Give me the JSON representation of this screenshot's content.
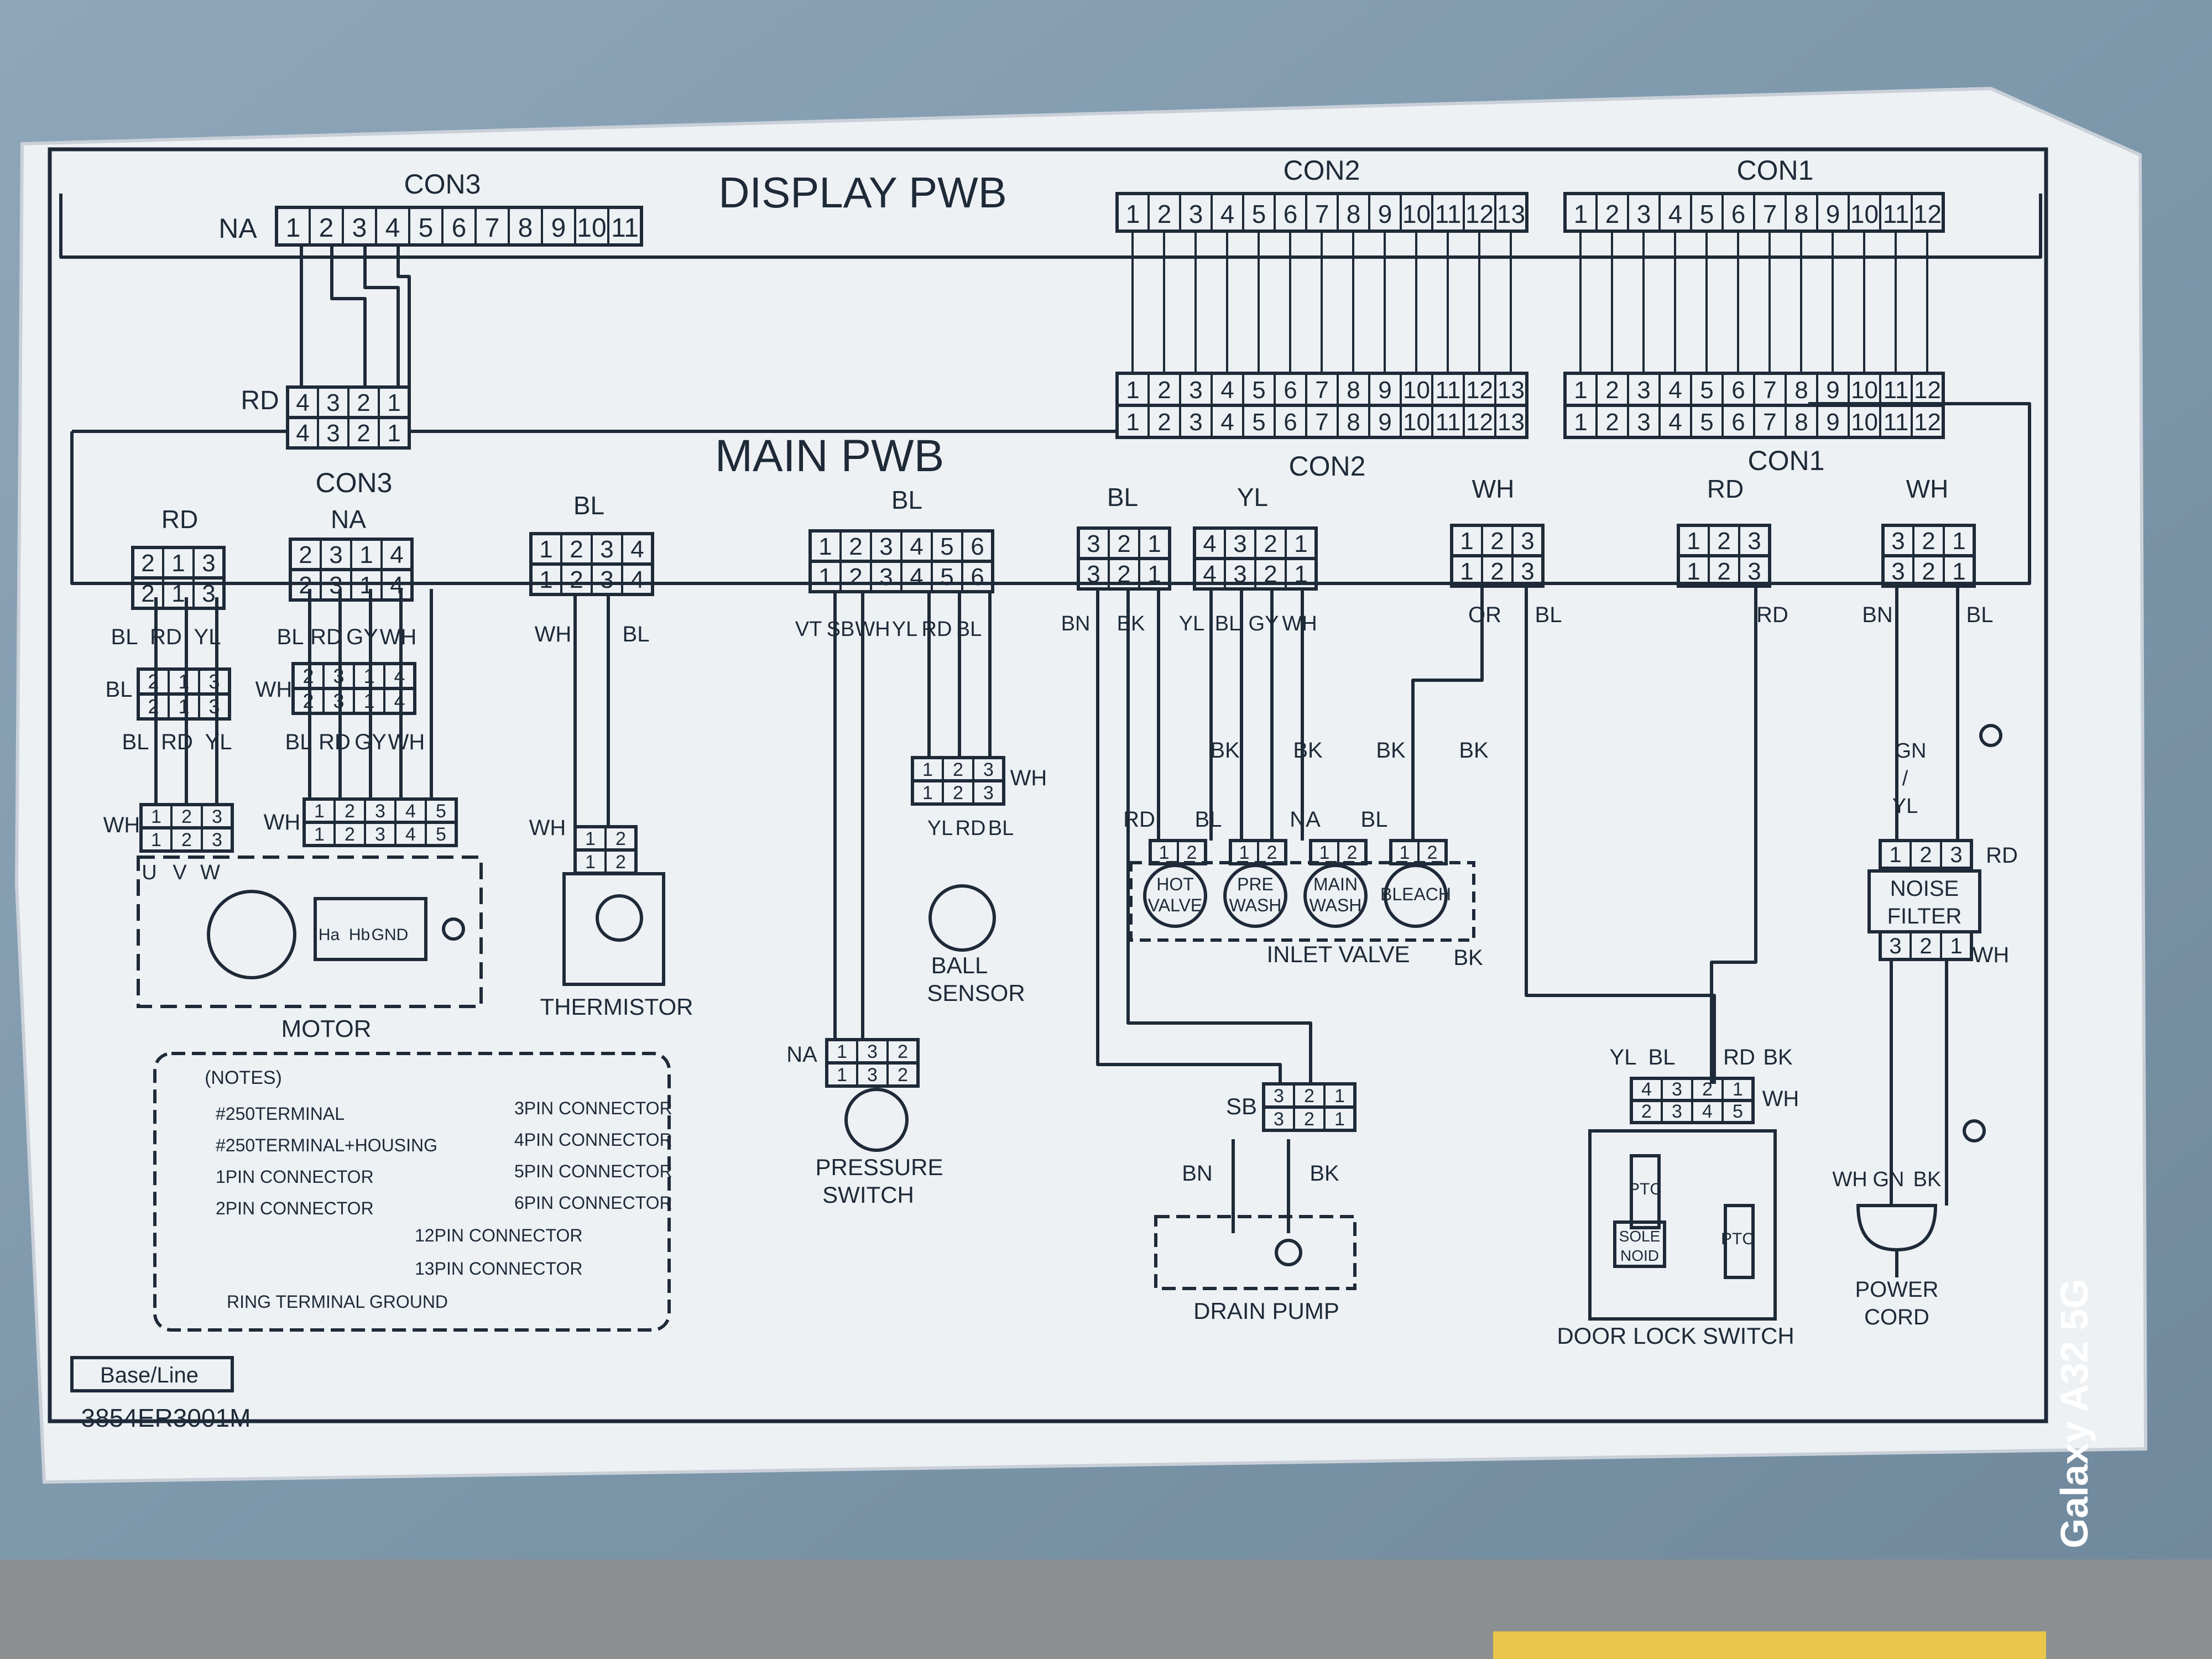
{
  "colors": {
    "paper": "#eef2f6",
    "ink": "#1e2a38",
    "panel": "#8fa9bc",
    "rust": "#9a8068"
  },
  "title_display": "DISPLAY PWB",
  "title_main": "MAIN PWB",
  "display": {
    "con3_label": "CON3",
    "con3_prefix": "NA",
    "con3_pins": [
      "1",
      "2",
      "3",
      "4",
      "5",
      "6",
      "7",
      "8",
      "9",
      "10",
      "11"
    ],
    "con2_label": "CON2",
    "con2_pins": [
      "1",
      "2",
      "3",
      "4",
      "5",
      "6",
      "7",
      "8",
      "9",
      "10",
      "11",
      "12",
      "13"
    ],
    "con1_label": "CON1",
    "con1_pins": [
      "1",
      "2",
      "3",
      "4",
      "5",
      "6",
      "7",
      "8",
      "9",
      "10",
      "11",
      "12"
    ]
  },
  "main": {
    "con3_label": "CON3",
    "con3_color": "RD",
    "con3_pins": [
      "4",
      "3",
      "2",
      "1"
    ],
    "con2_label": "CON2",
    "con1_label": "CON1"
  },
  "motor": {
    "rd_color": "RD",
    "rd_pins": [
      "2",
      "1",
      "3"
    ],
    "na_color": "NA",
    "na_pins": [
      "2",
      "3",
      "1",
      "4"
    ],
    "left_wires": [
      "BL",
      "RD",
      "YL"
    ],
    "right_wires": [
      "BL",
      "RD",
      "GY",
      "WH"
    ],
    "mid_left_tag": "BL",
    "mid_right_tag": "WH",
    "left_wires2": [
      "BL",
      "RD",
      "YL"
    ],
    "right_wires2": [
      "BL",
      "RD",
      "GY",
      "WH"
    ],
    "wh_left": "WH",
    "wh_right": "WH",
    "left_pins5": [
      "1",
      "2",
      "3"
    ],
    "right_pins5": [
      "1",
      "2",
      "3",
      "4",
      "5"
    ],
    "uvw": [
      "U",
      "V",
      "W"
    ],
    "hall": [
      "Ha",
      "Hb",
      "GND"
    ],
    "label": "MOTOR"
  },
  "thermistor": {
    "color": "BL",
    "pins": [
      "1",
      "2",
      "3",
      "4"
    ],
    "wires": [
      "WH",
      "BL"
    ],
    "wh_tag": "WH",
    "pins2": [
      "1",
      "2"
    ],
    "label": "THERMISTOR"
  },
  "pressure": {
    "color": "BL",
    "pins": [
      "1",
      "2",
      "3",
      "4",
      "5",
      "6"
    ],
    "wires": [
      "VT",
      "SB",
      "WH",
      "YL",
      "RD",
      "BL"
    ],
    "ball_pins": [
      "1",
      "2",
      "3"
    ],
    "ball_tag": "WH",
    "ball_wires": [
      "YL",
      "RD",
      "BL"
    ],
    "ball_label1": "BALL",
    "ball_label2": "SENSOR",
    "na_tag": "NA",
    "ps_pins": [
      "1",
      "3",
      "2"
    ],
    "ps_label1": "PRESSURE",
    "ps_label2": "SWITCH"
  },
  "valves": {
    "bn_conn_color": "BL",
    "conn_a_pins": [
      "3",
      "2",
      "1"
    ],
    "yl_conn_color": "YL",
    "conn_b_pins": [
      "4",
      "3",
      "2",
      "1"
    ],
    "wires": [
      "BN",
      "BK",
      "YL",
      "BL",
      "GY",
      "WH"
    ],
    "bk_tags": [
      "BK",
      "BK",
      "BK",
      "BK"
    ],
    "inlet_tags": [
      "RD",
      "BL",
      "NA",
      "BL"
    ],
    "valve_names": [
      [
        "HOT",
        "VALVE"
      ],
      [
        "PRE",
        "WASH"
      ],
      [
        "MAIN",
        "WASH"
      ],
      [
        "BLEACH"
      ]
    ],
    "pin12": [
      "1",
      "2"
    ],
    "label": "INLET VALVE",
    "bk_end": "BK"
  },
  "wh_conn": {
    "color": "WH",
    "pins": [
      "1",
      "2",
      "3"
    ],
    "wires": [
      "OR",
      "BL"
    ]
  },
  "rd_conn": {
    "color": "RD",
    "pins": [
      "1",
      "2",
      "3"
    ],
    "wire": "RD"
  },
  "power_conn": {
    "color": "WH",
    "pins": [
      "3",
      "2",
      "1"
    ],
    "wires": [
      "BN",
      "BL"
    ]
  },
  "drain": {
    "sb_tag": "SB",
    "pins": [
      "3",
      "2",
      "1"
    ],
    "wires": [
      "BN",
      "BK"
    ],
    "label": "DRAIN PUMP"
  },
  "door": {
    "wires_top": [
      "YL",
      "BL",
      "RD",
      "BK"
    ],
    "pins_top": [
      "4",
      "3",
      "2",
      "1"
    ],
    "pins_bottom": [
      "2",
      "3",
      "4",
      "5"
    ],
    "wh_tag": "WH",
    "ptc": "PTC",
    "solenoid": [
      "SOLE",
      "NOID"
    ],
    "label": "DOOR LOCK SWITCH"
  },
  "noise": {
    "gn_yl": [
      "GN",
      "/",
      "YL"
    ],
    "pins_top": [
      "1",
      "2",
      "3"
    ],
    "rd_tag": "RD",
    "label1": "NOISE",
    "label2": "FILTER",
    "pins_bottom": [
      "3",
      "2",
      "1"
    ],
    "wh_tag": "WH",
    "cord_wires": [
      "WH",
      "GN",
      "BK"
    ],
    "cord_label1": "POWER",
    "cord_label2": "CORD"
  },
  "notes": {
    "title": "(NOTES)",
    "items_left": [
      "#250TERMINAL",
      "#250TERMINAL+HOUSING",
      "1PIN CONNECTOR",
      "2PIN CONNECTOR"
    ],
    "items_right": [
      "3PIN CONNECTOR",
      "4PIN CONNECTOR",
      "5PIN CONNECTOR",
      "6PIN CONNECTOR"
    ],
    "items_wide": [
      "12PIN CONNECTOR",
      "13PIN CONNECTOR",
      "RING TERMINAL GROUND"
    ]
  },
  "baseline_label": "Base/Line",
  "part_number": "3854ER3001M",
  "watermark": "Galaxy A32 5G"
}
